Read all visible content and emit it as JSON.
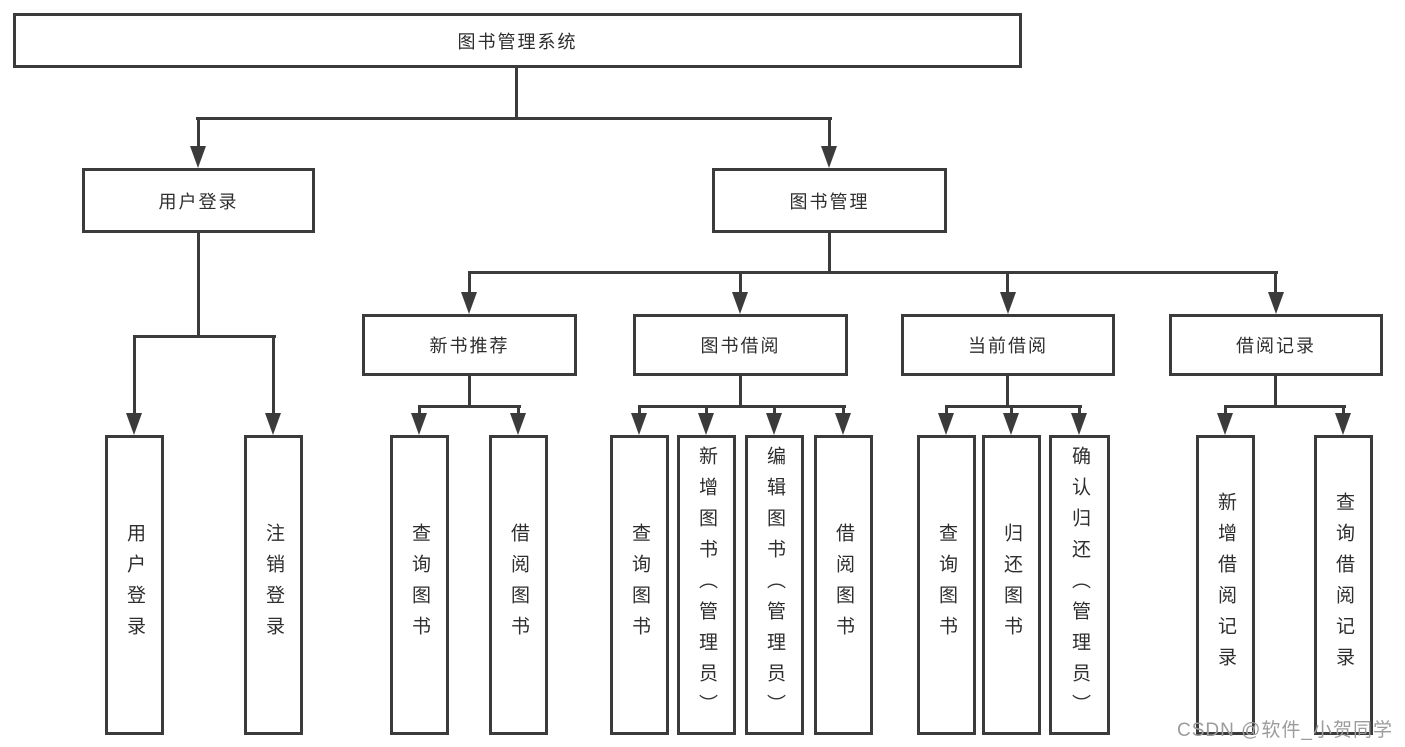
{
  "tree": {
    "root": {
      "label": "图书管理系统"
    },
    "user_login": {
      "label": "用户登录",
      "children": [
        {
          "label": "用户登录"
        },
        {
          "label": "注销登录"
        }
      ]
    },
    "book_mgmt": {
      "label": "图书管理",
      "children": [
        {
          "label": "新书推荐",
          "children": [
            {
              "label": "查询图书"
            },
            {
              "label": "借阅图书"
            }
          ]
        },
        {
          "label": "图书借阅",
          "children": [
            {
              "label": "查询图书"
            },
            {
              "label": "新增图书（管理员）"
            },
            {
              "label": "编辑图书（管理员）"
            },
            {
              "label": "借阅图书"
            }
          ]
        },
        {
          "label": "当前借阅",
          "children": [
            {
              "label": "查询图书"
            },
            {
              "label": "归还图书"
            },
            {
              "label": "确认归还（管理员）"
            }
          ]
        },
        {
          "label": "借阅记录",
          "children": [
            {
              "label": "新增借阅记录"
            },
            {
              "label": "查询借阅记录"
            }
          ]
        }
      ]
    }
  },
  "watermark": {
    "text": "CSDN @软件_小贺同学"
  },
  "colors": {
    "line": "#3b3b3b",
    "box_border": "#3b3b3b",
    "text": "#2e2e2e",
    "watermark_text": "#9c9c9c",
    "background": "#ffffff"
  }
}
